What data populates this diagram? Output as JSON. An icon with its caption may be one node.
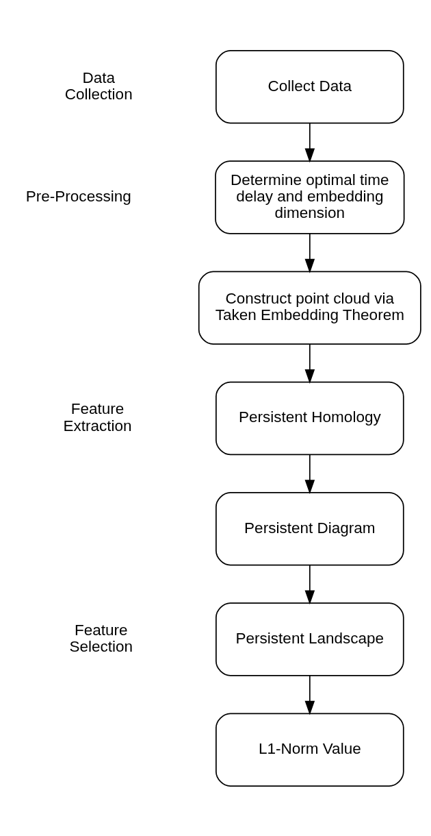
{
  "diagram": {
    "nodes": [
      {
        "text": [
          "Collect Data"
        ]
      },
      {
        "text": [
          "Determine optimal time delay and embedding dimension"
        ]
      },
      {
        "text": [
          "Construct point cloud via Taken Embedding Theorem"
        ]
      },
      {
        "text": [
          "Persistent Homology"
        ]
      },
      {
        "text": [
          "Persistent Diagram"
        ]
      },
      {
        "text": [
          "Persistent Landscape"
        ]
      },
      {
        "text": [
          "L1-Norm Value"
        ]
      }
    ],
    "edges": [
      {
        "from": 0,
        "to": 1,
        "arrow": "to"
      },
      {
        "from": 1,
        "to": 2,
        "arrow": "to"
      },
      {
        "from": 2,
        "to": 3,
        "arrow": "to"
      },
      {
        "from": 3,
        "to": 4,
        "arrow": "to"
      },
      {
        "from": 4,
        "to": 5,
        "arrow": "to"
      },
      {
        "from": 5,
        "to": 6,
        "arrow": "to"
      }
    ],
    "labels": [
      "Data Collection",
      "Pre-Processing",
      "Feature Extraction",
      "Feature Selection"
    ]
  }
}
